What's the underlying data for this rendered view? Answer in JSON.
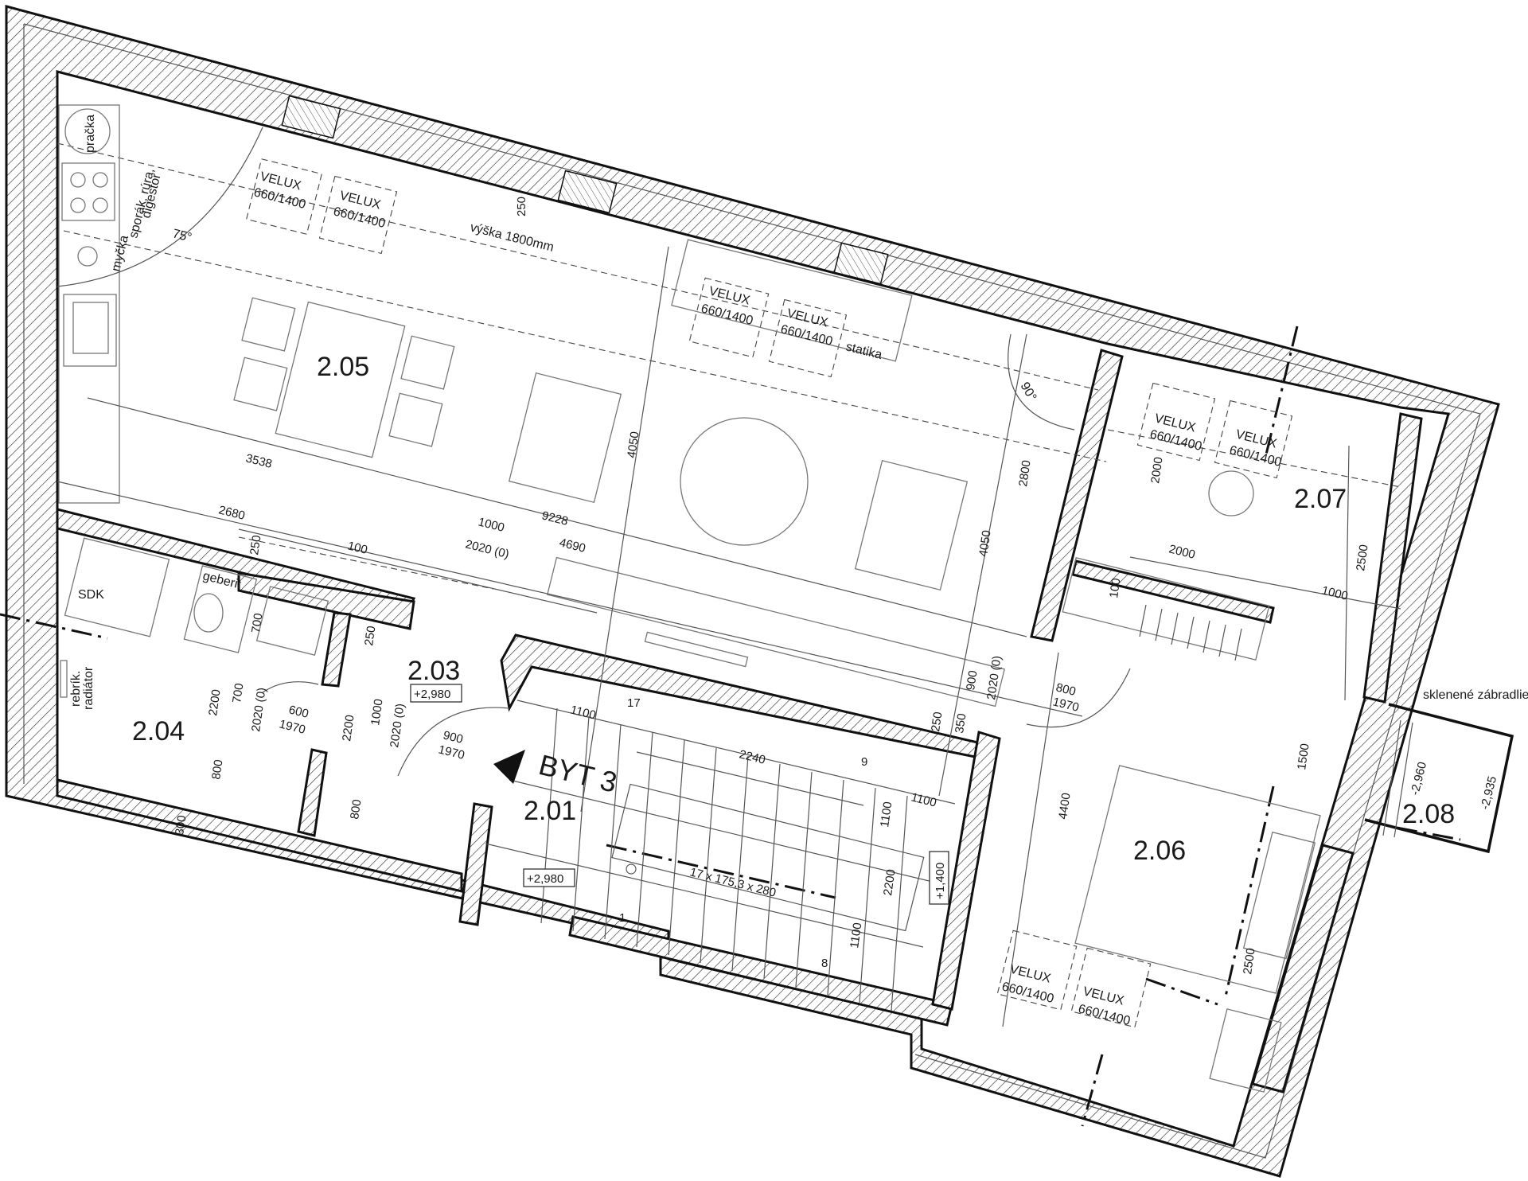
{
  "rooms": {
    "r201": "2.01",
    "r203": "2.03",
    "r204": "2.04",
    "r205": "2.05",
    "r206": "2.06",
    "r207": "2.07",
    "r208": "2.08"
  },
  "apartment_label": "BYT 3",
  "labels": {
    "pracka": "pračka",
    "sporak1": "sporák, rúra,",
    "sporak2": "digestor",
    "mycka": "myčka",
    "sdk": "SDK",
    "geberit": "geberit",
    "rebrik1": "rebrík.",
    "rebrik2": "radiátor",
    "statika": "statika",
    "vyska": "výška 1800mm",
    "zabradlie": "sklenené zábradlie",
    "velux": "VELUX",
    "velux_size": "660/1400",
    "angle75": "75°",
    "angle90": "90°"
  },
  "levels": {
    "l203": "+2,980",
    "l201": "+2,980",
    "stair": "+1,400",
    "terrace1": "-2,960",
    "terrace2": "-2,935"
  },
  "stair": {
    "spec": "17 x 175,3 x 280",
    "n17": "17",
    "n9": "9",
    "n8": "8",
    "n1": "1"
  },
  "dims": {
    "d250a": "250",
    "d3538": "3538",
    "d2680": "2680",
    "d9228": "9228",
    "d1000a": "1000",
    "d4690": "4690",
    "d2020": "2020 (0)",
    "d4050a": "4050",
    "d4050b": "4050",
    "d2800": "2800",
    "d250b": "250",
    "d100a": "100",
    "d700a": "700",
    "d700b": "700",
    "d2200a": "2200",
    "d2020b": "2020 (0)",
    "d600": "600",
    "d1970a": "1970",
    "d250c": "250",
    "d2200b": "2200",
    "d1000b": "1000",
    "d2020c": "2020 (0)",
    "d900a": "900",
    "d1970b": "1970",
    "d800a": "800",
    "d800b": "800",
    "d300": "300",
    "d1100a": "1100",
    "d2240": "2240",
    "d1100b": "1100",
    "d1100c": "1100",
    "d2200c": "2200",
    "d1100d": "1100",
    "d900b": "900",
    "d2020d": "2020 (0)",
    "d250d": "250",
    "d350": "350",
    "d800c": "800",
    "d1970c": "1970",
    "d4400": "4400",
    "d2000a": "2000",
    "d2000b": "2000",
    "d2500a": "2500",
    "d1000c": "1000",
    "d100b": "100",
    "d1500": "1500",
    "d2500b": "2500"
  }
}
